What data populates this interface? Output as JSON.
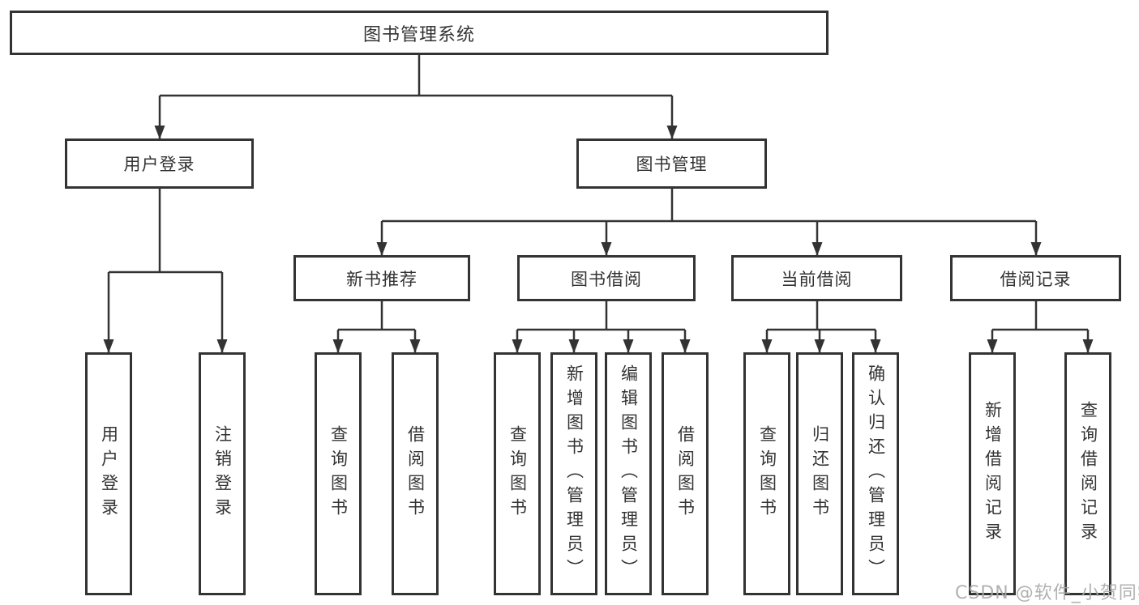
{
  "tree": {
    "label": "图书管理系统",
    "children": [
      {
        "label": "用户登录",
        "children": [
          {
            "label": "用户登录"
          },
          {
            "label": "注销登录"
          }
        ]
      },
      {
        "label": "图书管理",
        "children": [
          {
            "label": "新书推荐",
            "children": [
              {
                "label": "查询图书"
              },
              {
                "label": "借阅图书"
              }
            ]
          },
          {
            "label": "图书借阅",
            "children": [
              {
                "label": "查询图书"
              },
              {
                "label": "新增图书（管理员）"
              },
              {
                "label": "编辑图书（管理员）"
              },
              {
                "label": "借阅图书"
              }
            ]
          },
          {
            "label": "当前借阅",
            "children": [
              {
                "label": "查询图书"
              },
              {
                "label": "归还图书"
              },
              {
                "label": "确认归还（管理员）"
              }
            ]
          },
          {
            "label": "借阅记录",
            "children": [
              {
                "label": "新增借阅记录"
              },
              {
                "label": "查询借阅记录"
              }
            ]
          }
        ]
      }
    ]
  },
  "watermark": "CSDN @软件_小贺同学",
  "colors": {
    "line": "#333333",
    "box_border": "#333333",
    "text": "#333333",
    "background": "#ffffff",
    "watermark": "#a8a8aa"
  }
}
